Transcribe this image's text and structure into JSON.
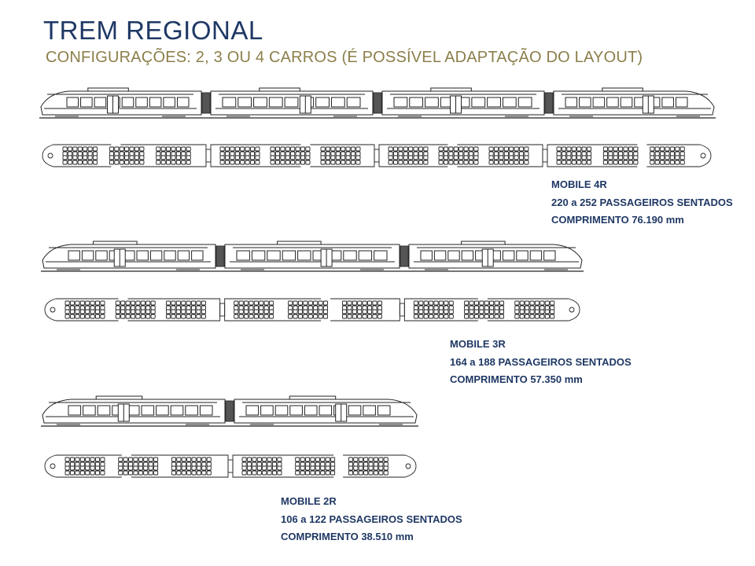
{
  "header": {
    "title": "TREM REGIONAL",
    "subtitle": "CONFIGURAÇÕES: 2, 3 OU 4 CARROS (É POSSÍVEL ADAPTAÇÃO DO LAYOUT)"
  },
  "configurations": [
    {
      "cars": 4,
      "name": "MOBILE 4R",
      "passengers": "220 a 252 PASSAGEIROS SENTADOS",
      "length": "COMPRIMENTO 76.190 mm"
    },
    {
      "cars": 3,
      "name": "MOBILE 3R",
      "passengers": "164 a 188 PASSAGEIROS SENTADOS",
      "length": "COMPRIMENTO 57.350 mm"
    },
    {
      "cars": 2,
      "name": "MOBILE 2R",
      "passengers": "106 a 122 PASSAGEIROS SENTADOS",
      "length": "COMPRIMENTO 38.510 mm"
    }
  ],
  "colors": {
    "title": "#1f3864",
    "subtitle": "#8b7f4a",
    "spec_text": "#1f3864",
    "drawing_line": "#222222"
  }
}
